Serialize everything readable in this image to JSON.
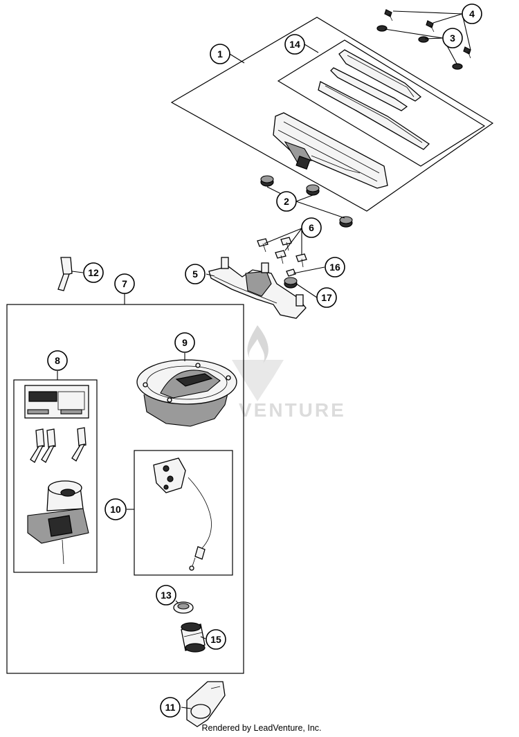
{
  "footer": {
    "text": "Rendered by LeadVenture, Inc."
  },
  "watermark": {
    "text": "VENTURE"
  },
  "callouts": {
    "c1": "1",
    "c2": "2",
    "c3": "3",
    "c4": "4",
    "c5": "5",
    "c6": "6",
    "c7": "7",
    "c8": "8",
    "c9": "9",
    "c10": "10",
    "c11": "11",
    "c12": "12",
    "c13": "13",
    "c14": "14",
    "c15": "15",
    "c16": "16",
    "c17": "17"
  }
}
